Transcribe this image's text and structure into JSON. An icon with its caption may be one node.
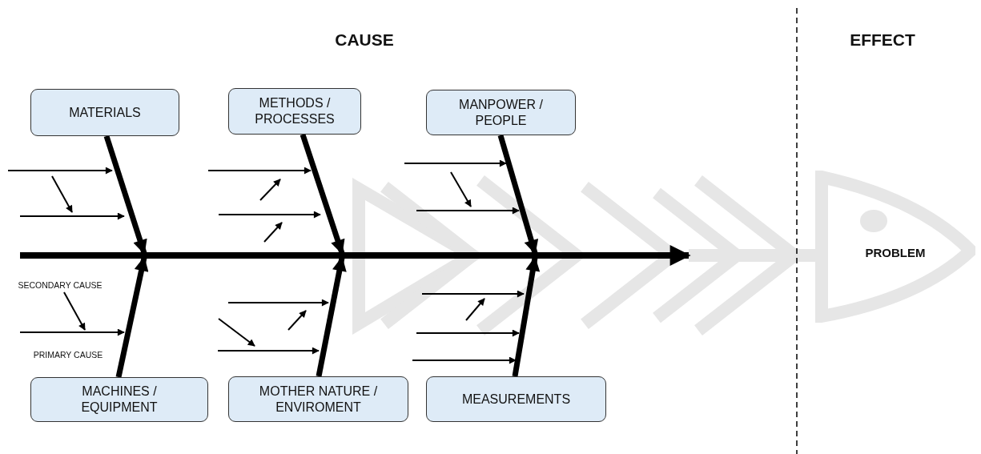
{
  "diagram": {
    "nodes": [
      {
        "text": [
          "MATERIALS"
        ]
      },
      {
        "text": [
          "METHODS / PROCESSES"
        ]
      },
      {
        "text": [
          "MANPOWER / PEOPLE"
        ]
      },
      {
        "text": [
          "SECONDARY CAUSE"
        ]
      },
      {
        "text": [
          "MACHINES / EQUIPMENT"
        ]
      },
      {
        "text": [
          "MOTHER NATURE / ENVIROMENT"
        ]
      },
      {
        "text": [
          "MEASUREMENTS"
        ]
      },
      {
        "text": [
          "PROBLEM"
        ]
      }
    ],
    "edges": [
      {
        "from": 0,
        "to": null,
        "arrow": "to"
      },
      {
        "from": 1,
        "to": null,
        "arrow": "to"
      },
      {
        "from": 2,
        "to": null,
        "arrow": "to"
      },
      {
        "from": 3,
        "to": null,
        "arrow": "to"
      },
      {
        "from": 4,
        "to": null,
        "arrow": "to"
      },
      {
        "from": 5,
        "to": null,
        "arrow": "to"
      },
      {
        "from": 6,
        "to": null,
        "arrow": "to"
      }
    ],
    "labels": [
      "CAUSE",
      "EFFECT",
      "PRIMARY CAUSE"
    ]
  }
}
